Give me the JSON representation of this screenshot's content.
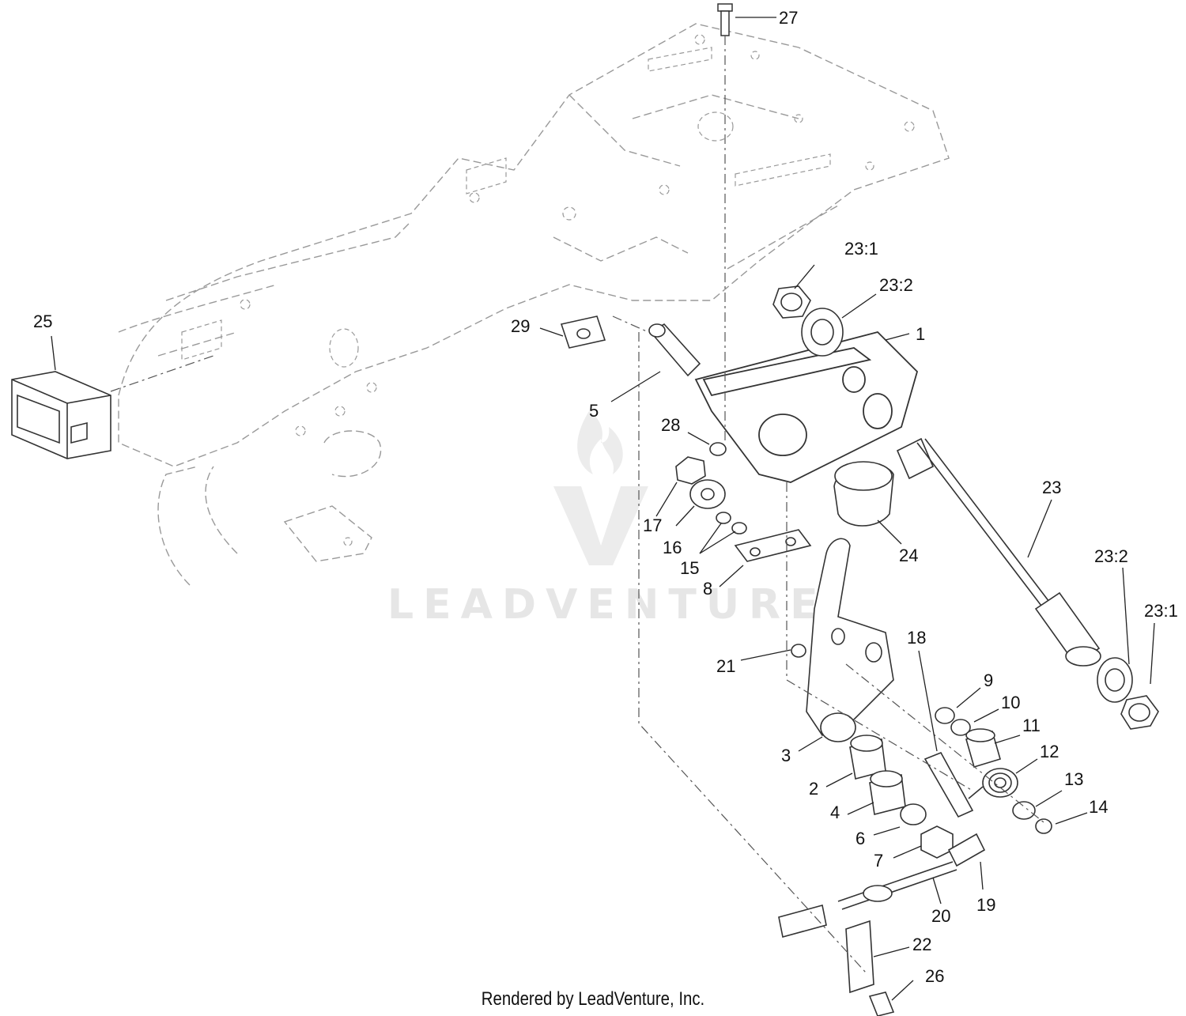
{
  "footer": "Rendered by LeadVenture, Inc.",
  "watermark": "LEADVENTURE",
  "callouts": [
    {
      "id": "c27",
      "text": "27"
    },
    {
      "id": "c23-1-top",
      "text": "23:1"
    },
    {
      "id": "c23-2-top",
      "text": "23:2"
    },
    {
      "id": "c1",
      "text": "1"
    },
    {
      "id": "c25",
      "text": "25"
    },
    {
      "id": "c29",
      "text": "29"
    },
    {
      "id": "c5",
      "text": "5"
    },
    {
      "id": "c28",
      "text": "28"
    },
    {
      "id": "c23",
      "text": "23"
    },
    {
      "id": "c17",
      "text": "17"
    },
    {
      "id": "c16",
      "text": "16"
    },
    {
      "id": "c15",
      "text": "15"
    },
    {
      "id": "c8",
      "text": "8"
    },
    {
      "id": "c24",
      "text": "24"
    },
    {
      "id": "c23-2-right",
      "text": "23:2"
    },
    {
      "id": "c23-1-right",
      "text": "23:1"
    },
    {
      "id": "c21",
      "text": "21"
    },
    {
      "id": "c18",
      "text": "18"
    },
    {
      "id": "c9",
      "text": "9"
    },
    {
      "id": "c10",
      "text": "10"
    },
    {
      "id": "c11",
      "text": "11"
    },
    {
      "id": "c3",
      "text": "3"
    },
    {
      "id": "c12",
      "text": "12"
    },
    {
      "id": "c13",
      "text": "13"
    },
    {
      "id": "c2",
      "text": "2"
    },
    {
      "id": "c14",
      "text": "14"
    },
    {
      "id": "c4",
      "text": "4"
    },
    {
      "id": "c6",
      "text": "6"
    },
    {
      "id": "c7",
      "text": "7"
    },
    {
      "id": "c19",
      "text": "19"
    },
    {
      "id": "c20",
      "text": "20"
    },
    {
      "id": "c22",
      "text": "22"
    },
    {
      "id": "c26",
      "text": "26"
    }
  ]
}
